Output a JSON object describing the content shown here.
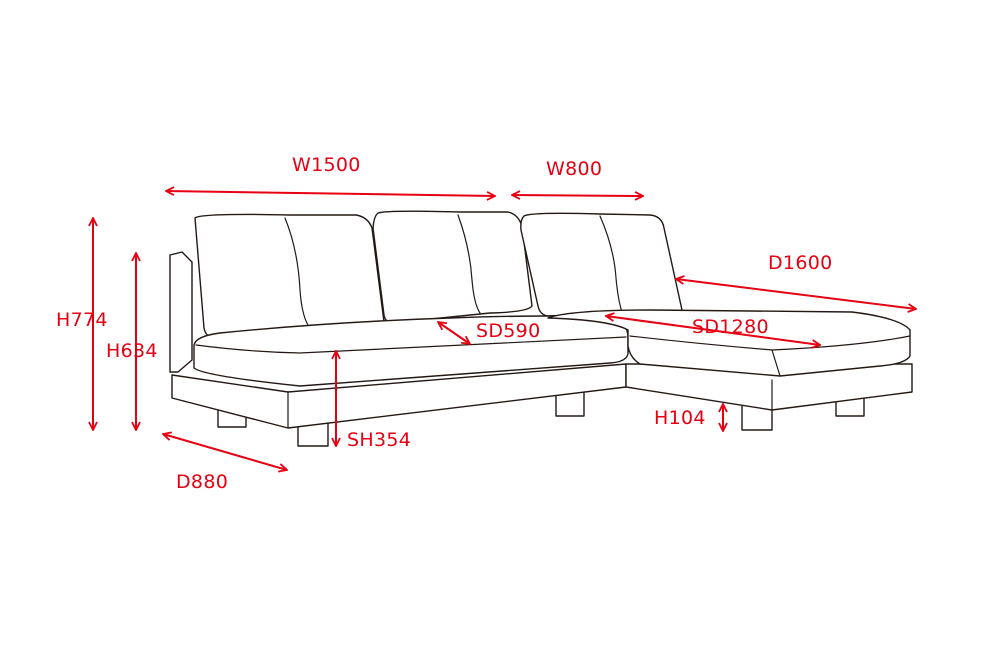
{
  "colors": {
    "dimension": "#e60012",
    "outline": "#231815",
    "background": "#ffffff"
  },
  "dimensions": {
    "width_main": "W1500",
    "width_chaise": "W800",
    "depth_chaise": "D1600",
    "height_total": "H774",
    "height_arm": "H634",
    "seat_depth_main": "SD590",
    "seat_depth_chaise": "SD1280",
    "seat_height": "SH354",
    "base_height": "H104",
    "depth_main": "D880"
  }
}
